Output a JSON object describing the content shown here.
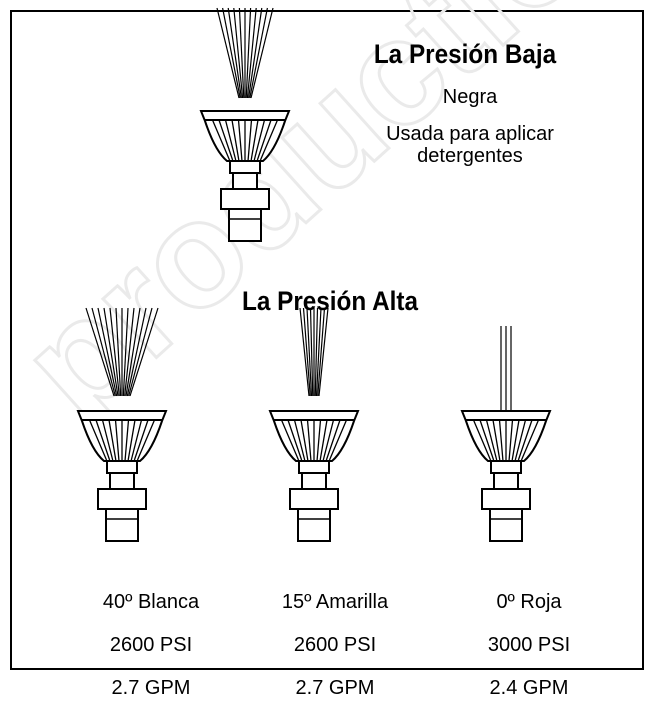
{
  "low_pressure": {
    "title": "La Presión Baja",
    "color": "Negra",
    "use": "Usada para aplicar\ndetergentes"
  },
  "high_pressure": {
    "title": "La Presión Alta",
    "nozzles": [
      {
        "angle": "40º Blanca",
        "psi": "2600 PSI",
        "gpm": "2.7 GPM"
      },
      {
        "angle": "15º Amarilla",
        "psi": "2600 PSI",
        "gpm": "2.7 GPM"
      },
      {
        "angle": "0º Roja",
        "psi": "3000 PSI",
        "gpm": "2.4 GPM"
      }
    ]
  },
  "watermark": "production"
}
